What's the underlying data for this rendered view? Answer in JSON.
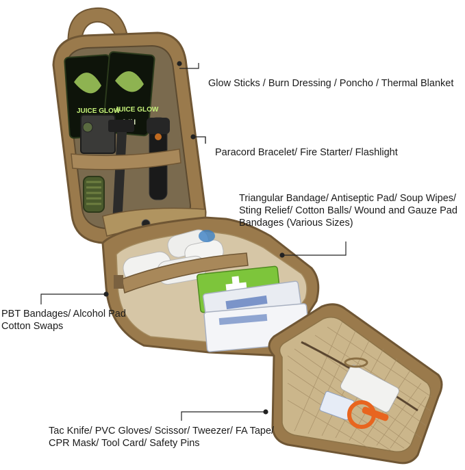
{
  "callouts": [
    {
      "lines": [
        "Glow Sticks / Burn Dressing / Poncho / Thermal Blanket"
      ]
    },
    {
      "lines": [
        "Paracord Bracelet/ Fire Starter/ Flashlight"
      ]
    },
    {
      "lines": [
        "Triangular Bandage/ Antiseptic Pad/ Soup Wipes/",
        "Sting Relief/ Cotton Balls/ Wound and Gauze Pad",
        "Bandages (Various Sizes)"
      ]
    },
    {
      "lines": [
        "PBT Bandages/ Alcohol Pad",
        "Cotton Swaps"
      ]
    },
    {
      "lines": [
        "Tac Knife/ PVC Gloves/ Scissor/ Tweezer/ FA Tape/",
        "CPR Mask/ Tool Card/ Safety Pins"
      ]
    }
  ],
  "product_print": {
    "glow_brand_left": "JUICE GLOW",
    "glow_brand_right": "JUICE GLOW",
    "glow_size": "6 IN"
  },
  "colors": {
    "coyote_tan": "#9a7a4c",
    "coyote_dark": "#6f5634",
    "lining": "#d6c6a6",
    "mesh": "#c9b48a",
    "green_pack": "#7dc53b",
    "orange_cord": "#e8651f"
  }
}
